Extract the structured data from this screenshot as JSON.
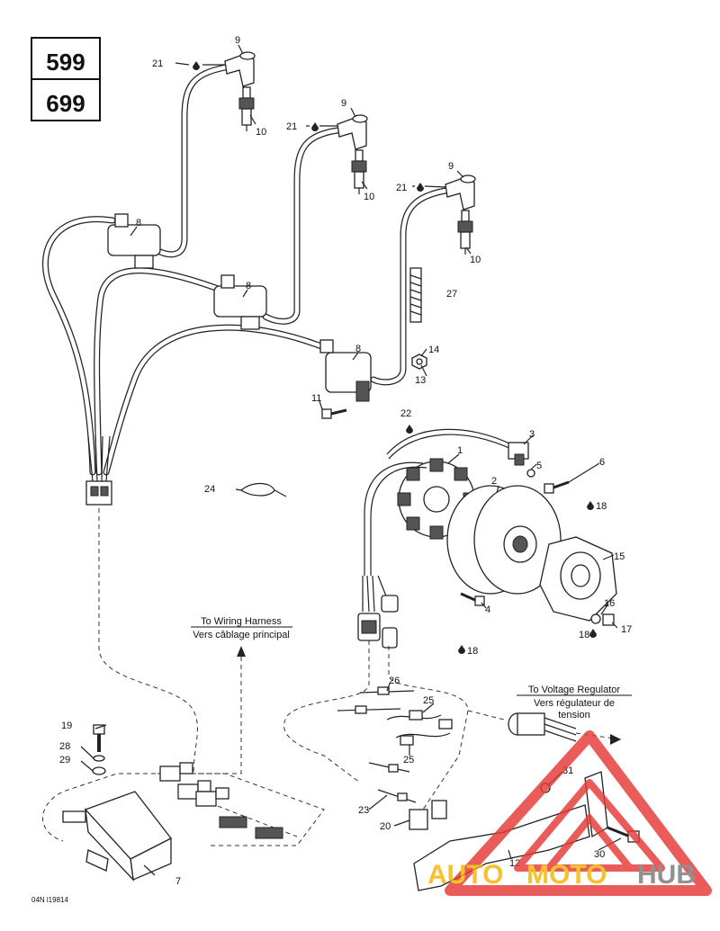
{
  "models": [
    "599",
    "699"
  ],
  "notes": {
    "wiring_harness_en": "To Wiring Harness",
    "wiring_harness_fr": "Vers câblage principal",
    "voltage_regulator_en": "To Voltage Regulator",
    "voltage_regulator_fr": "Vers régulateur de",
    "voltage_regulator_fr2": "tension"
  },
  "drawing_code": "04N l19814",
  "watermark": {
    "part1": "AUTO",
    "part2": "MOTO",
    "part3": "HUB",
    "colors": {
      "red": "#e53935",
      "yellow": "#f5b400",
      "gray": "#7a7a7a"
    }
  },
  "callouts": {
    "c9a": "9",
    "c21a": "21",
    "c10a": "10",
    "c9b": "9",
    "c21b": "21",
    "c10b": "10",
    "c9c": "9",
    "c21c": "21",
    "c10c": "10",
    "c8a": "8",
    "c8b": "8",
    "c8c": "8",
    "c27": "27",
    "c14": "14",
    "c13": "13",
    "c11": "11",
    "c22": "22",
    "c3": "3",
    "c1": "1",
    "c5": "5",
    "c6": "6",
    "c2": "2",
    "c18a": "18",
    "c15": "15",
    "c24": "24",
    "c4": "4",
    "c16": "16",
    "c17": "17",
    "c18b": "18",
    "c18c": "18",
    "c26": "26",
    "c25a": "25",
    "c25b": "25",
    "c19": "19",
    "c28": "28",
    "c29": "29",
    "c23": "23",
    "c20": "20",
    "c31": "31",
    "c30": "30",
    "c12": "12",
    "c7": "7"
  }
}
